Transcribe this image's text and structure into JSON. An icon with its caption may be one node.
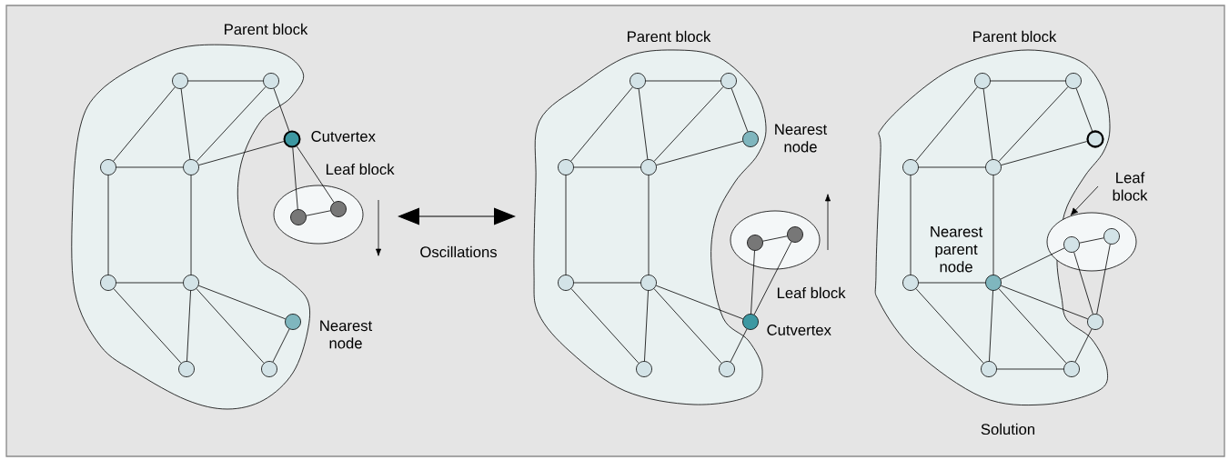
{
  "diagram": {
    "nodes": [
      {
        "text": [
          "Parent block"
        ]
      },
      {
        "text": [],
        "shape": "circle",
        "in": 0
      },
      {
        "text": [],
        "shape": "circle",
        "in": 0
      },
      {
        "text": [],
        "shape": "circle",
        "in": 0
      },
      {
        "text": [],
        "shape": "circle",
        "in": 0
      },
      {
        "text": [],
        "shape": "circle",
        "in": 0
      },
      {
        "text": [],
        "shape": "circle",
        "in": 0
      },
      {
        "text": [],
        "shape": "circle",
        "in": 0,
        "beside": [
          "Nearest node"
        ]
      },
      {
        "text": [],
        "shape": "circle",
        "in": 0
      },
      {
        "text": [],
        "shape": "circle",
        "in": 0
      },
      {
        "text": [],
        "shape": "circle",
        "beside": [
          "Cutvertex"
        ]
      },
      {
        "text": [
          "Leaf block"
        ]
      },
      {
        "text": [],
        "shape": "circle",
        "in": 11
      },
      {
        "text": [],
        "shape": "circle",
        "in": 11
      },
      {
        "text": [
          "Parent block"
        ]
      },
      {
        "text": [],
        "shape": "circle",
        "in": 14
      },
      {
        "text": [],
        "shape": "circle",
        "in": 14
      },
      {
        "text": [],
        "shape": "circle",
        "in": 14
      },
      {
        "text": [],
        "shape": "circle",
        "in": 14
      },
      {
        "text": [],
        "shape": "circle",
        "in": 14,
        "beside": [
          "Nearest node"
        ]
      },
      {
        "text": [],
        "shape": "circle",
        "in": 14
      },
      {
        "text": [],
        "shape": "circle",
        "in": 14
      },
      {
        "text": [],
        "shape": "circle",
        "in": 14
      },
      {
        "text": [],
        "shape": "circle",
        "in": 14
      },
      {
        "text": [],
        "shape": "circle",
        "beside": [
          "Cutvertex"
        ]
      },
      {
        "text": [
          "Leaf block"
        ]
      },
      {
        "text": [],
        "shape": "circle",
        "in": 25
      },
      {
        "text": [],
        "shape": "circle",
        "in": 25
      },
      {
        "text": [
          "Parent block"
        ]
      },
      {
        "text": [],
        "shape": "circle",
        "in": 28
      },
      {
        "text": [],
        "shape": "circle",
        "in": 28
      },
      {
        "text": [],
        "shape": "circle",
        "in": 28
      },
      {
        "text": [],
        "shape": "circle",
        "in": 28
      },
      {
        "text": [],
        "shape": "circle",
        "in": 28
      },
      {
        "text": [],
        "shape": "circle",
        "in": 28
      },
      {
        "text": [],
        "shape": "circle",
        "in": 28,
        "beside": [
          "Nearest parent node"
        ]
      },
      {
        "text": [],
        "shape": "circle",
        "in": 28
      },
      {
        "text": [],
        "shape": "circle",
        "in": 28
      },
      {
        "text": [],
        "shape": "circle"
      },
      {
        "text": [
          "Leaf block"
        ]
      },
      {
        "text": [],
        "shape": "ellipse"
      },
      {
        "text": [],
        "shape": "circle",
        "in": 40
      },
      {
        "text": [],
        "shape": "circle",
        "in": 40
      }
    ],
    "edges": [
      {
        "from": 1,
        "to": 2,
        "arrow": "none"
      },
      {
        "from": 1,
        "to": 3,
        "arrow": "none"
      },
      {
        "from": 1,
        "to": 4,
        "arrow": "none"
      },
      {
        "from": 2,
        "to": 4,
        "arrow": "none"
      },
      {
        "from": 2,
        "to": 10,
        "arrow": "none"
      },
      {
        "from": 10,
        "to": 4,
        "arrow": "none"
      },
      {
        "from": 3,
        "to": 4,
        "arrow": "none"
      },
      {
        "from": 3,
        "to": 5,
        "arrow": "none"
      },
      {
        "from": 4,
        "to": 6,
        "arrow": "none"
      },
      {
        "from": 5,
        "to": 6,
        "arrow": "none"
      },
      {
        "from": 5,
        "to": 8,
        "arrow": "none"
      },
      {
        "from": 6,
        "to": 8,
        "arrow": "none"
      },
      {
        "from": 6,
        "to": 9,
        "arrow": "none"
      },
      {
        "from": 6,
        "to": 7,
        "arrow": "none"
      },
      {
        "from": 7,
        "to": 9,
        "arrow": "none"
      },
      {
        "from": 10,
        "to": 12,
        "arrow": "none"
      },
      {
        "from": 10,
        "to": 13,
        "arrow": "none"
      },
      {
        "from": 12,
        "to": 13,
        "arrow": "none"
      },
      {
        "from": 15,
        "to": 16,
        "arrow": "none"
      },
      {
        "from": 15,
        "to": 17,
        "arrow": "none"
      },
      {
        "from": 15,
        "to": 18,
        "arrow": "none"
      },
      {
        "from": 16,
        "to": 18,
        "arrow": "none"
      },
      {
        "from": 16,
        "to": 19,
        "arrow": "none"
      },
      {
        "from": 18,
        "to": 19,
        "arrow": "none"
      },
      {
        "from": 17,
        "to": 18,
        "arrow": "none"
      },
      {
        "from": 17,
        "to": 20,
        "arrow": "none"
      },
      {
        "from": 18,
        "to": 21,
        "arrow": "none"
      },
      {
        "from": 20,
        "to": 21,
        "arrow": "none"
      },
      {
        "from": 20,
        "to": 22,
        "arrow": "none"
      },
      {
        "from": 21,
        "to": 22,
        "arrow": "none"
      },
      {
        "from": 21,
        "to": 23,
        "arrow": "none"
      },
      {
        "from": 21,
        "to": 24,
        "arrow": "none"
      },
      {
        "from": 23,
        "to": 24,
        "arrow": "none"
      },
      {
        "from": 24,
        "to": 26,
        "arrow": "none"
      },
      {
        "from": 24,
        "to": 27,
        "arrow": "none"
      },
      {
        "from": 26,
        "to": 27,
        "arrow": "none"
      },
      {
        "from": 29,
        "to": 30,
        "arrow": "none"
      },
      {
        "from": 29,
        "to": 31,
        "arrow": "none"
      },
      {
        "from": 29,
        "to": 32,
        "arrow": "none"
      },
      {
        "from": 30,
        "to": 32,
        "arrow": "none"
      },
      {
        "from": 30,
        "to": 33,
        "arrow": "none"
      },
      {
        "from": 32,
        "to": 33,
        "arrow": "none"
      },
      {
        "from": 31,
        "to": 32,
        "arrow": "none"
      },
      {
        "from": 31,
        "to": 34,
        "arrow": "none"
      },
      {
        "from": 32,
        "to": 35,
        "arrow": "none"
      },
      {
        "from": 34,
        "to": 35,
        "arrow": "none"
      },
      {
        "from": 34,
        "to": 36,
        "arrow": "none"
      },
      {
        "from": 35,
        "to": 36,
        "arrow": "none"
      },
      {
        "from": 35,
        "to": 37,
        "arrow": "none"
      },
      {
        "from": 35,
        "to": 38,
        "arrow": "none"
      },
      {
        "from": 35,
        "to": 41,
        "arrow": "none"
      },
      {
        "from": 36,
        "to": 37,
        "arrow": "none"
      },
      {
        "from": 37,
        "to": 38,
        "arrow": "none"
      },
      {
        "from": 38,
        "to": 41,
        "arrow": "none"
      },
      {
        "from": 38,
        "to": 42,
        "arrow": "none"
      },
      {
        "from": 41,
        "to": 42,
        "arrow": "none"
      },
      {
        "from": 39,
        "to": 40,
        "arrow": "to"
      }
    ],
    "labels": [
      "Oscillations",
      "Solution"
    ]
  }
}
